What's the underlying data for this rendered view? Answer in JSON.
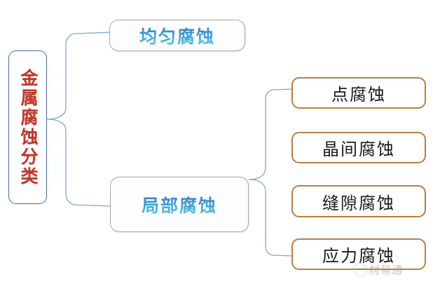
{
  "diagram": {
    "type": "tree",
    "title": "金属腐蚀分类",
    "root": {
      "label": "金属腐蚀分类",
      "text_color": "#c1352b",
      "border_color": "#3f6aa8"
    },
    "mid_nodes": [
      {
        "label": "均匀腐蚀",
        "text_color": "#3f9bd6",
        "border_color": "#a9a9a9"
      },
      {
        "label": "局部腐蚀",
        "text_color": "#3f9bd6",
        "border_color": "#a9a9a9"
      }
    ],
    "leaf_nodes": [
      {
        "label": "点腐蚀",
        "text_color": "#1a1a1a",
        "border_color": "#bb7f3e"
      },
      {
        "label": "晶间腐蚀",
        "text_color": "#1a1a1a",
        "border_color": "#bb7f3e"
      },
      {
        "label": "缝隙腐蚀",
        "text_color": "#1a1a1a",
        "border_color": "#bb7f3e"
      },
      {
        "label": "应力腐蚀",
        "text_color": "#1a1a1a",
        "border_color": "#bb7f3e"
      }
    ],
    "connectors": [
      {
        "name": "left-brace",
        "from": "金属腐蚀分类",
        "to": [
          "均匀腐蚀",
          "局部腐蚀"
        ],
        "color": "#7fa9c8"
      },
      {
        "name": "right-brace",
        "from": "局部腐蚀",
        "to": [
          "点腐蚀",
          "晶间腐蚀",
          "缝隙腐蚀",
          "应力腐蚀"
        ],
        "color": "#7fa9c8"
      }
    ]
  },
  "watermark": {
    "text": "材易通",
    "color": "#8f8f8f"
  }
}
